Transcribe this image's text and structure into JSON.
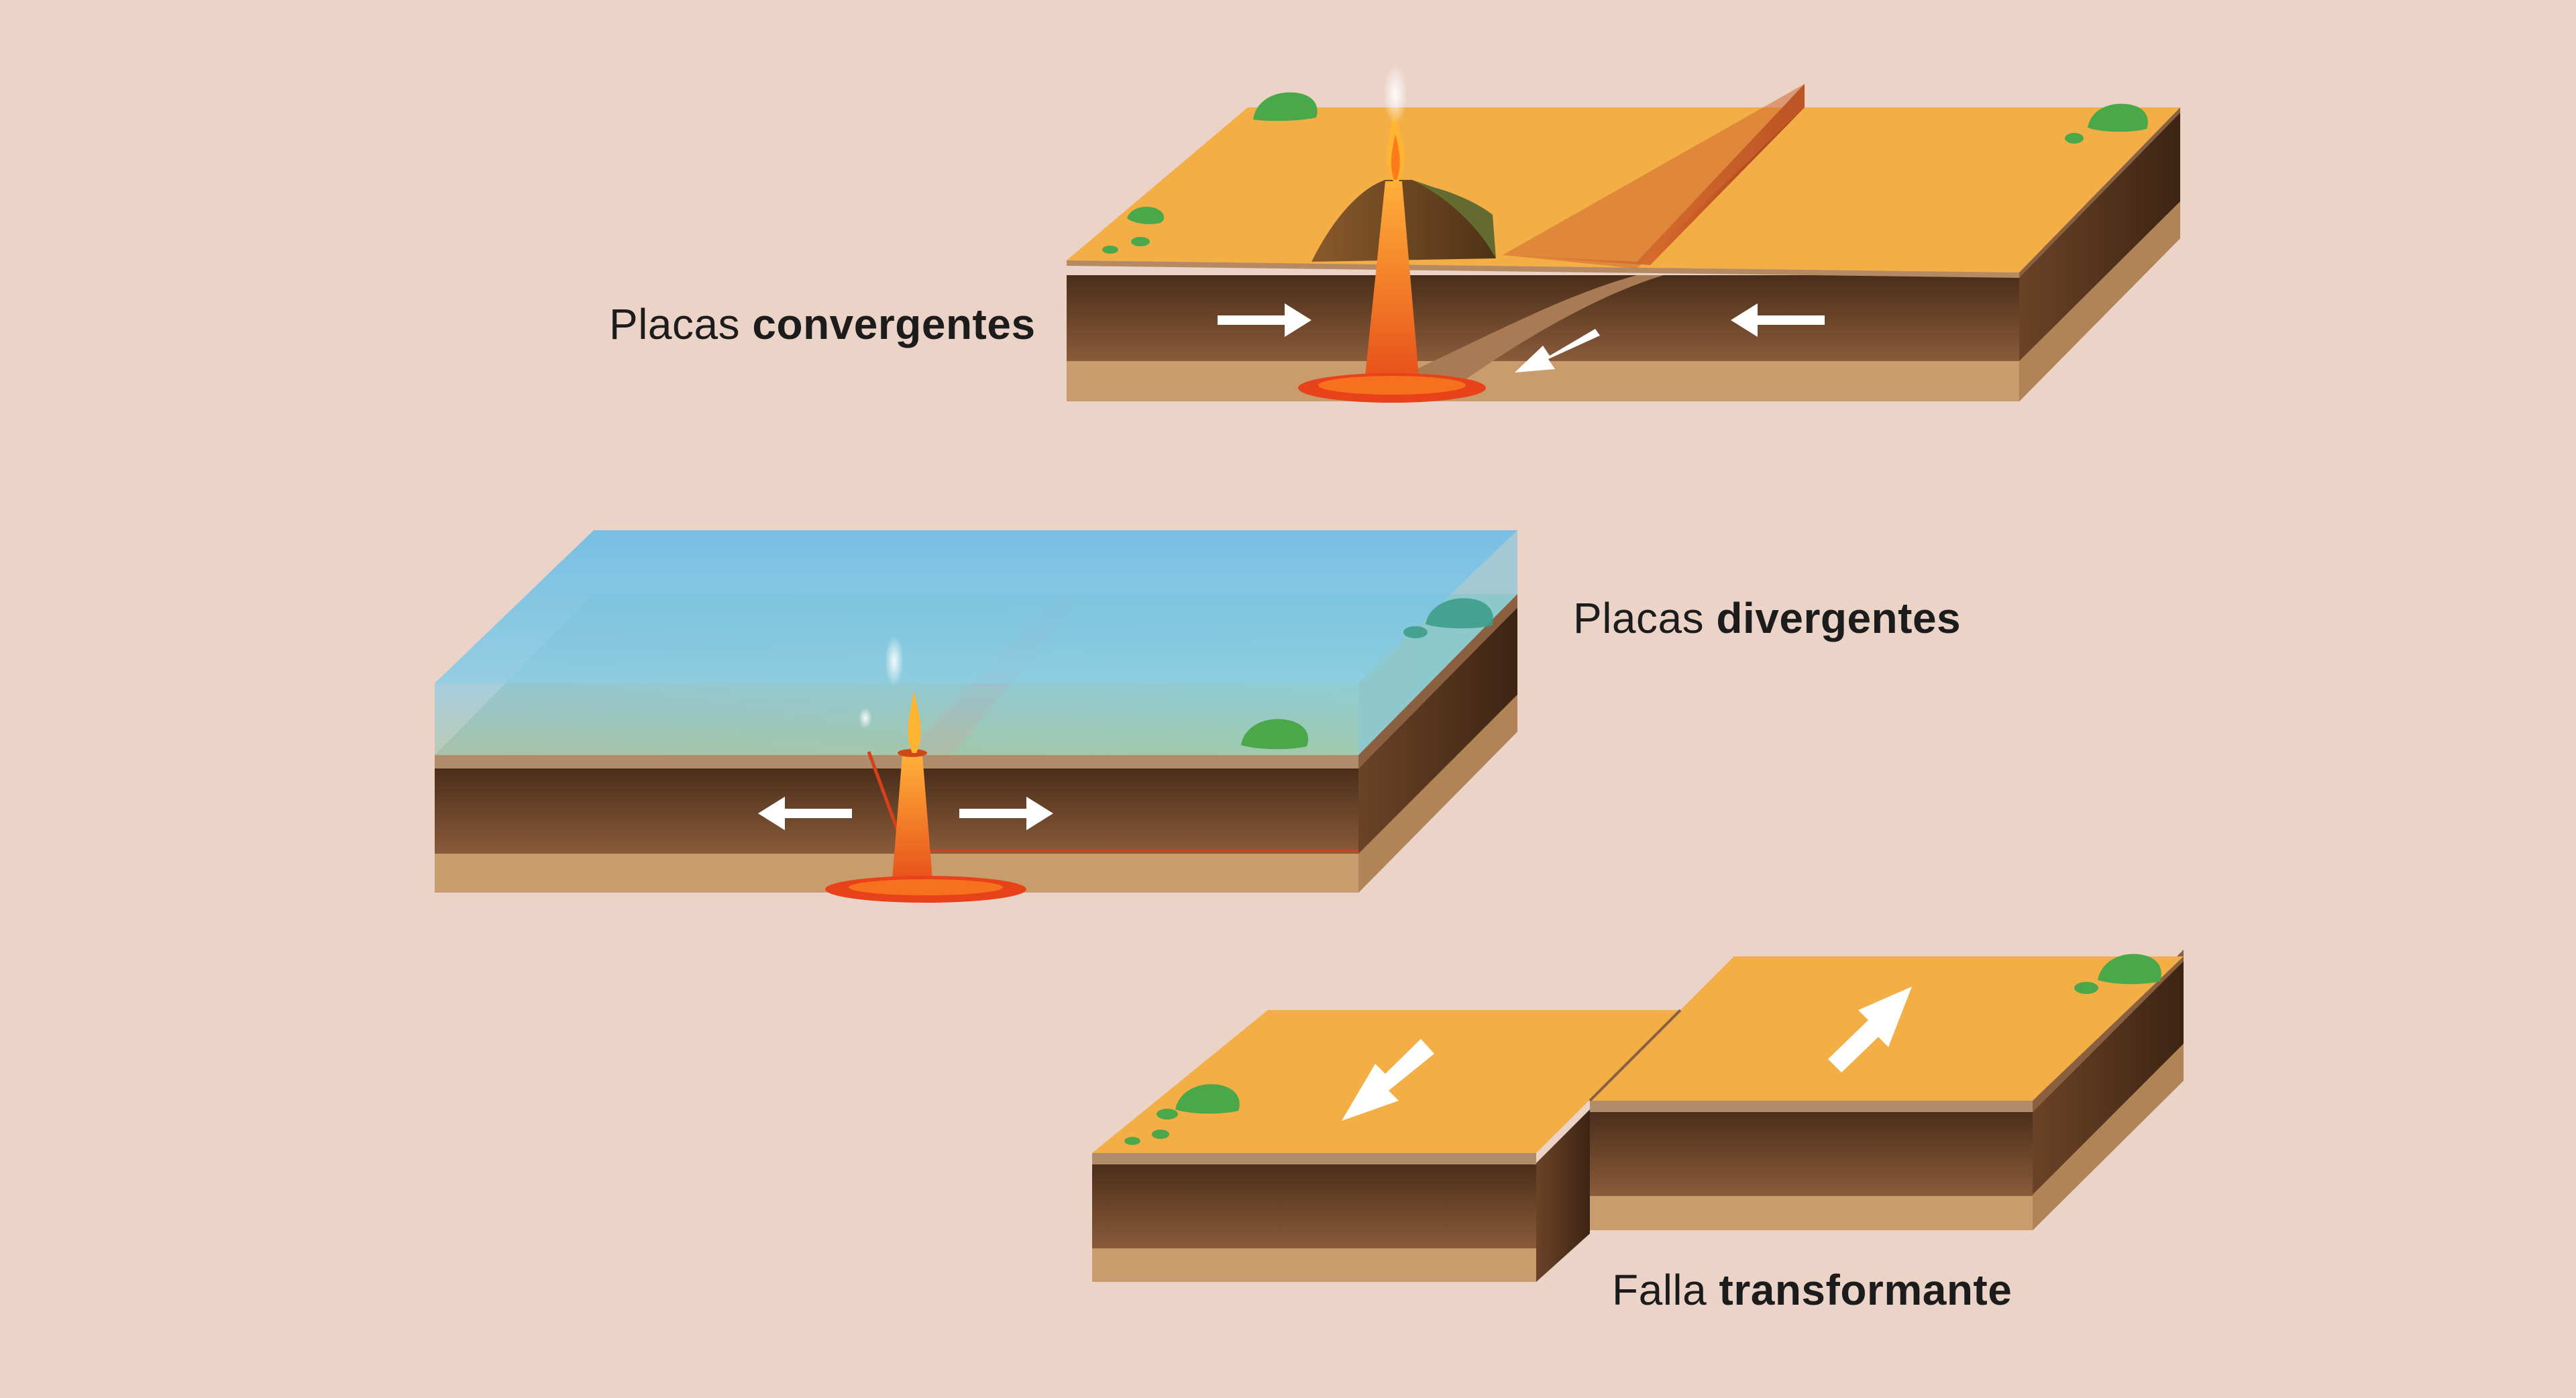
{
  "labels": {
    "convergent": {
      "prefix": "Placas ",
      "strong": "convergentes"
    },
    "divergent": {
      "prefix": "Placas ",
      "strong": "divergentes"
    },
    "transform": {
      "prefix": "Falla ",
      "strong": "transformante"
    }
  },
  "colors": {
    "background": "#ebd3c8",
    "surface": "#f4ae46",
    "rock_dark": "#5b3820",
    "rock_mid": "#8a5a3a",
    "sand": "#c89c6c",
    "lava": "#f06a1e",
    "water": "#7cc3e6",
    "plant": "#4aa84a",
    "arrow": "#ffffff"
  }
}
